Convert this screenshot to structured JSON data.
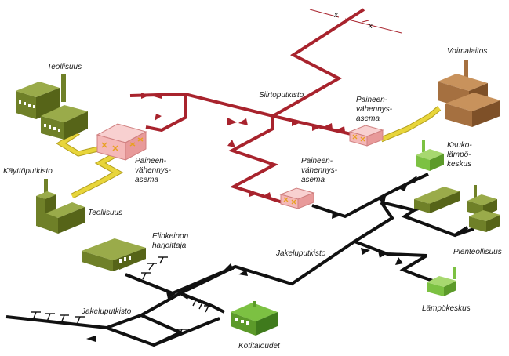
{
  "labels": {
    "teollisuus_top": "Teollisuus",
    "kayttoputkisto": "Käyttöputkisto",
    "paineen_left_1": "Paineen-",
    "paineen_left_2": "vähennys-",
    "paineen_left_3": "asema",
    "teollisuus_bottom": "Teollisuus",
    "siirtoputkisto": "Siirtoputkisto",
    "paineen_mid_1": "Paineen-",
    "paineen_mid_2": "vähennys-",
    "paineen_mid_3": "asema",
    "paineen_lower_1": "Paineen-",
    "paineen_lower_2": "vähennys-",
    "paineen_lower_3": "asema",
    "voimalaitos": "Voimalaitos",
    "kauko_1": "Kauko-",
    "kauko_2": "lämpö-",
    "kauko_3": "keskus",
    "elinkeinon_1": "Elinkeinon",
    "elinkeinon_2": "harjoittaja",
    "jakeluputkisto_mid": "Jakeluputkisto",
    "pienteollisuus": "Pienteollisuus",
    "lampokeskus": "Lämpökeskus",
    "jakeluputkisto_left": "Jakeluputkisto",
    "kotitaloudet": "Kotitaloudet",
    "cut_mark_1": "x",
    "cut_mark_2": "x"
  },
  "colors": {
    "transmission_pipe": "#a8232d",
    "distribution_pipe": "#111111",
    "service_pipe": "#e8d53a",
    "building_green": "#7a8c2e",
    "building_bright_green": "#7cc142",
    "power_plant_brown": "#a57040",
    "pressure_station_pink": "#f4b8b8"
  }
}
